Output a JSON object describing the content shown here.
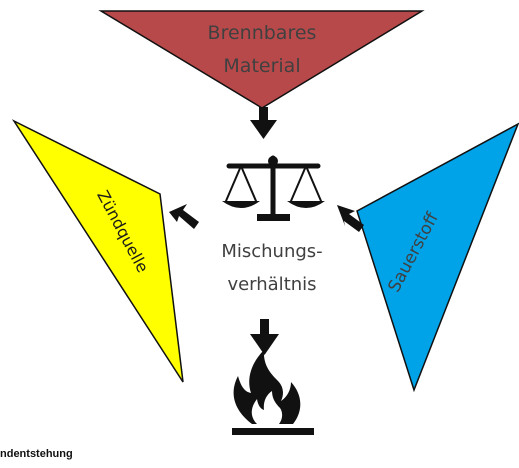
{
  "colors": {
    "fuel": "#b8494a",
    "ignition": "#ffff00",
    "oxygen": "#00a2e8",
    "outline": "#111111",
    "text": "#404040"
  },
  "diagram": {
    "fuel_line1": "Brennbares",
    "fuel_line2": "Material",
    "ignition": "Zündquelle",
    "oxygen": "Sauerstoff",
    "mix_line1": "Mischungs-",
    "mix_line2": "verhältnis"
  },
  "icons": [
    "scale-icon",
    "fire-icon",
    "arrow-down-icon",
    "arrow-diagonal-icon"
  ],
  "caption": "ndentstehung"
}
